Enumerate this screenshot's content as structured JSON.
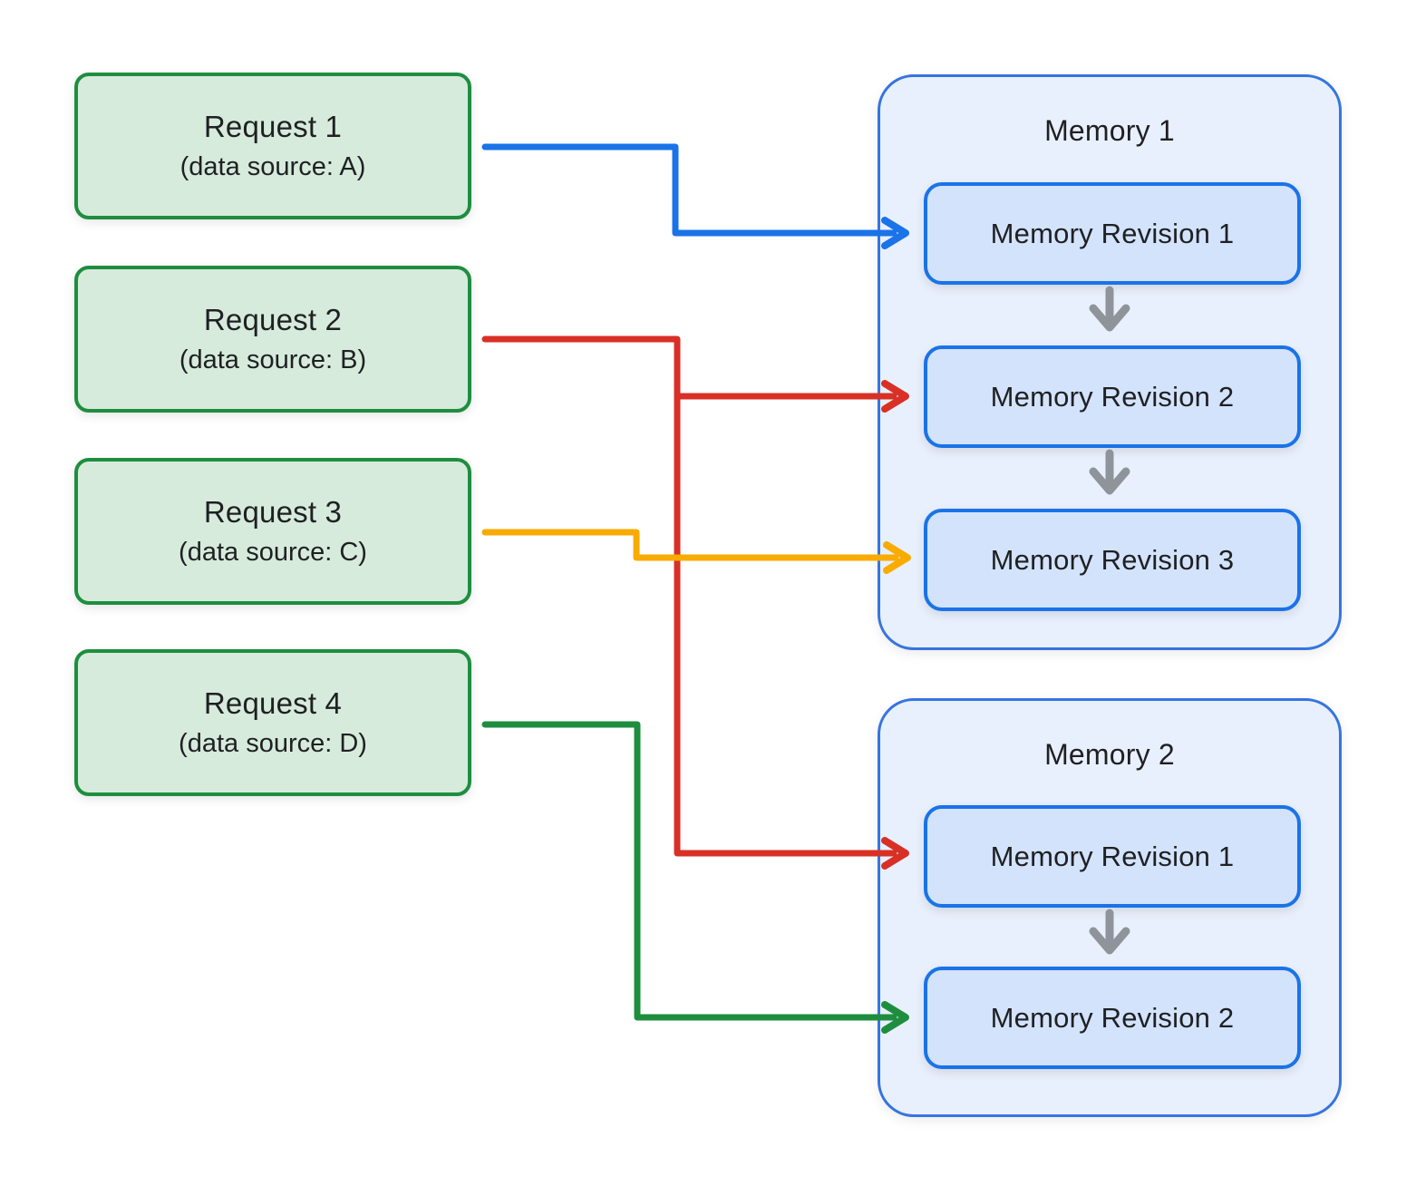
{
  "diagram": {
    "background": "#ffffff",
    "requests": [
      {
        "title": "Request 1",
        "subtitle": "(data source: A)"
      },
      {
        "title": "Request 2",
        "subtitle": "(data source: B)"
      },
      {
        "title": "Request 3",
        "subtitle": "(data source: C)"
      },
      {
        "title": "Request 4",
        "subtitle": "(data source: D)"
      }
    ],
    "memories": [
      {
        "title": "Memory 1",
        "revisions": [
          {
            "label": "Memory Revision 1"
          },
          {
            "label": "Memory Revision 2"
          },
          {
            "label": "Memory Revision 3"
          }
        ]
      },
      {
        "title": "Memory 2",
        "revisions": [
          {
            "label": "Memory Revision 1"
          },
          {
            "label": "Memory Revision 2"
          }
        ]
      }
    ],
    "connectors": [
      {
        "name": "request-1-to-memory-1-revision-1",
        "from": "Request 1",
        "to": "Memory 1 / Memory Revision 1",
        "color": "#1a73e8"
      },
      {
        "name": "request-2-to-memory-1-revision-2-and-memory-2-revision-1",
        "from": "Request 2",
        "to": "Memory 1 / Memory Revision 2, Memory 2 / Memory Revision 1",
        "color": "#d93025"
      },
      {
        "name": "request-3-to-memory-1-revision-3",
        "from": "Request 3",
        "to": "Memory 1 / Memory Revision 3",
        "color": "#f9ab00"
      },
      {
        "name": "request-4-to-memory-2-revision-2",
        "from": "Request 4",
        "to": "Memory 2 / Memory Revision 2",
        "color": "#1e8e3e"
      }
    ],
    "colors": {
      "background": "#ffffff",
      "request_fill": "#d6ebdc",
      "request_border": "#1e8e3e",
      "memory_fill": "#e9f0fd",
      "memory_border": "#3674e0",
      "revision_fill": "#d3e3fc",
      "revision_border": "#1a73e8",
      "text": "#1f2023",
      "flow_arrow": "#8f949a"
    }
  }
}
